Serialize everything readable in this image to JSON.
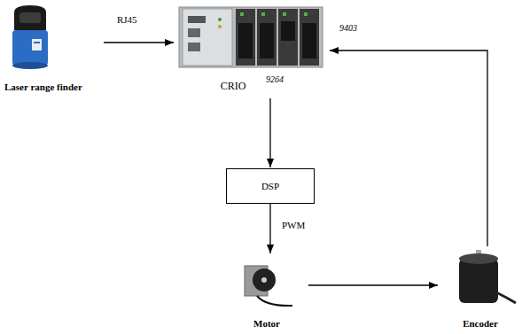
{
  "diagram": {
    "nodes": [
      {
        "text": [
          "Laser range finder"
        ]
      },
      {
        "text": [
          "CRIO"
        ]
      },
      {
        "text": [
          "DSP"
        ]
      },
      {
        "text": [
          "Motor"
        ]
      },
      {
        "text": [
          "Encoder"
        ]
      }
    ],
    "edges": [
      {
        "from": 0,
        "to": 1,
        "arrow": "to",
        "label": "RJ45"
      },
      {
        "from": 1,
        "to": 2,
        "arrow": "to"
      },
      {
        "from": 2,
        "to": 3,
        "arrow": "to",
        "label": "PWM"
      },
      {
        "from": 3,
        "to": 4,
        "arrow": "to"
      },
      {
        "from": 4,
        "to": 1,
        "arrow": "to"
      }
    ],
    "labels": [
      "9403",
      "9264"
    ]
  }
}
